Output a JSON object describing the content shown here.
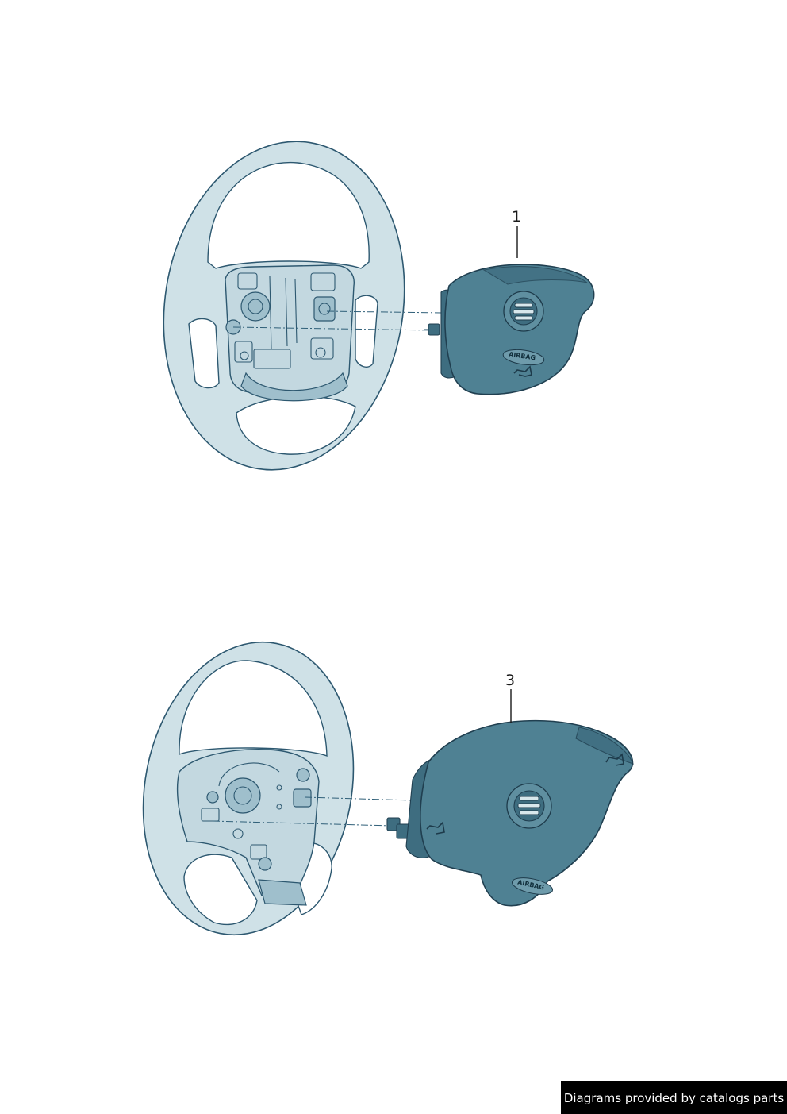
{
  "callouts": [
    {
      "label": "1"
    },
    {
      "label": "3"
    }
  ],
  "airbag_badges": [
    {
      "text": "AIRBAG"
    },
    {
      "text": "AIRBAG"
    }
  ],
  "footer": {
    "text": "Diagrams provided by catalogs parts",
    "background": "#000000",
    "color": "#ffffff"
  },
  "colors": {
    "wheel_fill": "#cfe1e7",
    "airbag_fill": "#4f8193",
    "outline": "#2d5870"
  }
}
